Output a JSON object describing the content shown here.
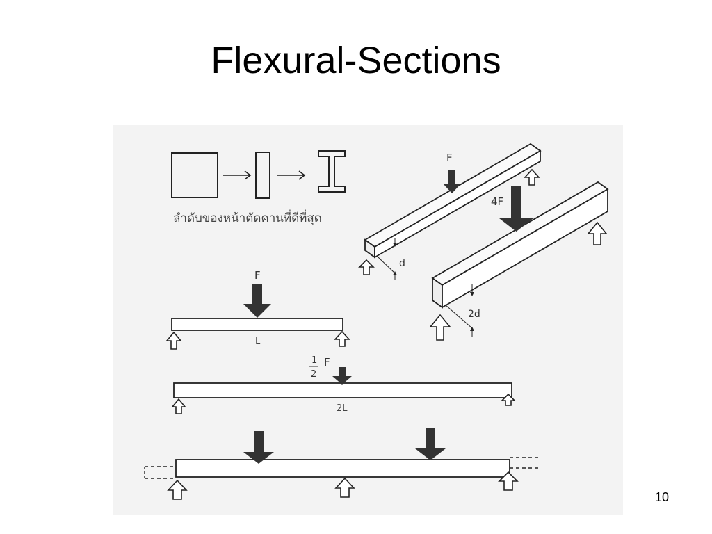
{
  "slide": {
    "title": "Flexural-Sections",
    "number": "10"
  },
  "figure": {
    "thai_caption": "ลำดับของหน้าตัดคานที่ดีที่สุด",
    "labels": {
      "force_top": "F",
      "force_4f": "4F",
      "depth_d": "d",
      "depth_2d": "2d",
      "force_mid": "F",
      "length_l": "L",
      "half_num": "1",
      "half_den": "2",
      "half_force": "F",
      "length_2l": "2L"
    }
  }
}
